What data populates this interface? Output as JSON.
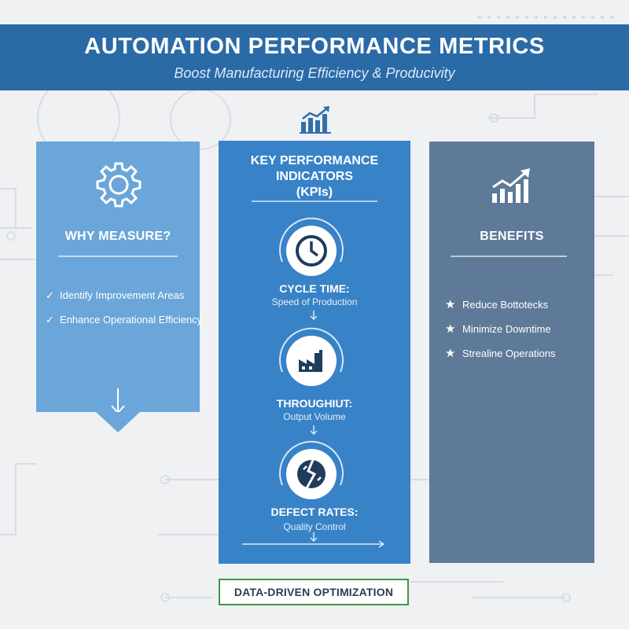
{
  "header": {
    "title": "AUTOMATION PERFORMANCE METRICS",
    "subtitle": "Boost Manufacturing Efficiency & Producivity"
  },
  "why_measure": {
    "heading": "WHY MEASURE?",
    "items": [
      "Identify Improvement Areas",
      "Enhance Operational Efficiency"
    ],
    "check_mark": "✓"
  },
  "kpis": {
    "heading_line1": "KEY PERFORMANCE",
    "heading_line2": "INDICATORS",
    "heading_line3": "(KPIs)",
    "items": [
      {
        "label": "CYCLE TIME:",
        "desc": "Speed of Production",
        "icon": "clock-icon"
      },
      {
        "label": "THROUGHIUT:",
        "desc": "Output Volume",
        "icon": "factory-icon"
      },
      {
        "label": "DEFECT RATES:",
        "desc": "Quality Control",
        "icon": "broken-part-icon"
      }
    ]
  },
  "benefits": {
    "heading": "BENEFITS",
    "items": [
      "Reduce Bottotecks",
      "Minimize Downtime",
      "Strealine Operations"
    ],
    "star_mark": "★"
  },
  "footer": {
    "badge": "DATA-DRIVEN OPTIMIZATION"
  },
  "colors": {
    "header": "#2a6aa6",
    "left_panel": "#6ba6da",
    "center_panel": "#3882c7",
    "right_panel": "#5e7a98",
    "badge_border": "#3c9a45"
  }
}
